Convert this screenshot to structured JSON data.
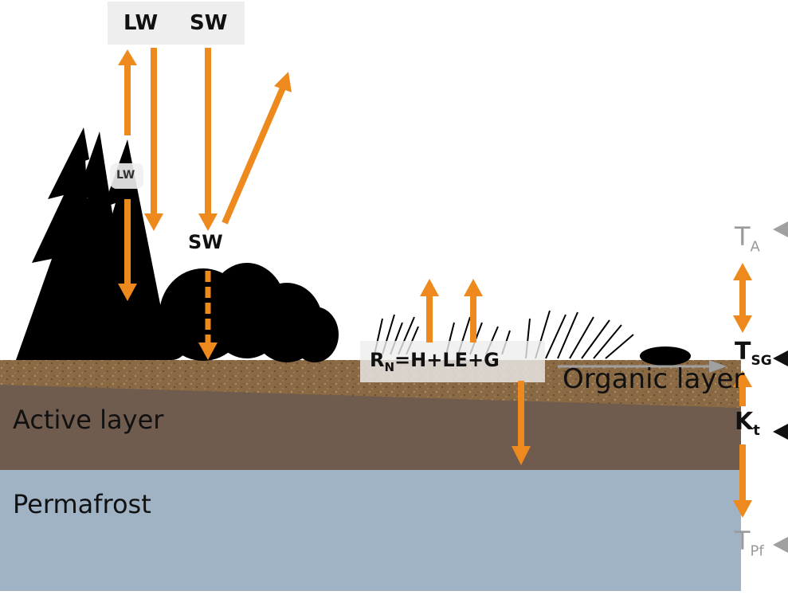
{
  "labels": {
    "lw_top": "LW",
    "sw_top": "SW",
    "lw_canopy": "LW",
    "sw_ground": "SW",
    "energy_balance": {
      "main": "R",
      "sub": "N",
      "rest": "=H+LE+G"
    },
    "organic_layer": "Organic layer",
    "active_layer": "Active layer",
    "permafrost": "Permafrost",
    "t_a": {
      "main": "T",
      "sub": "A"
    },
    "t_sg": {
      "main": "T",
      "sub": "SG"
    },
    "k_t": {
      "main": "K",
      "sub": "t"
    },
    "t_pf": {
      "main": "T",
      "sub": "Pf"
    }
  },
  "colors": {
    "arrow": "#ee8a1d",
    "organic": "#8a6a45",
    "active": "#6f5c4e",
    "permafrost": "#9fb3c5",
    "vegetation": "#000000",
    "grey_label": "#9a9a9a",
    "marker_dark": "#111111",
    "marker_grey": "#a0a0a0",
    "label_box": "#eeeeee"
  }
}
